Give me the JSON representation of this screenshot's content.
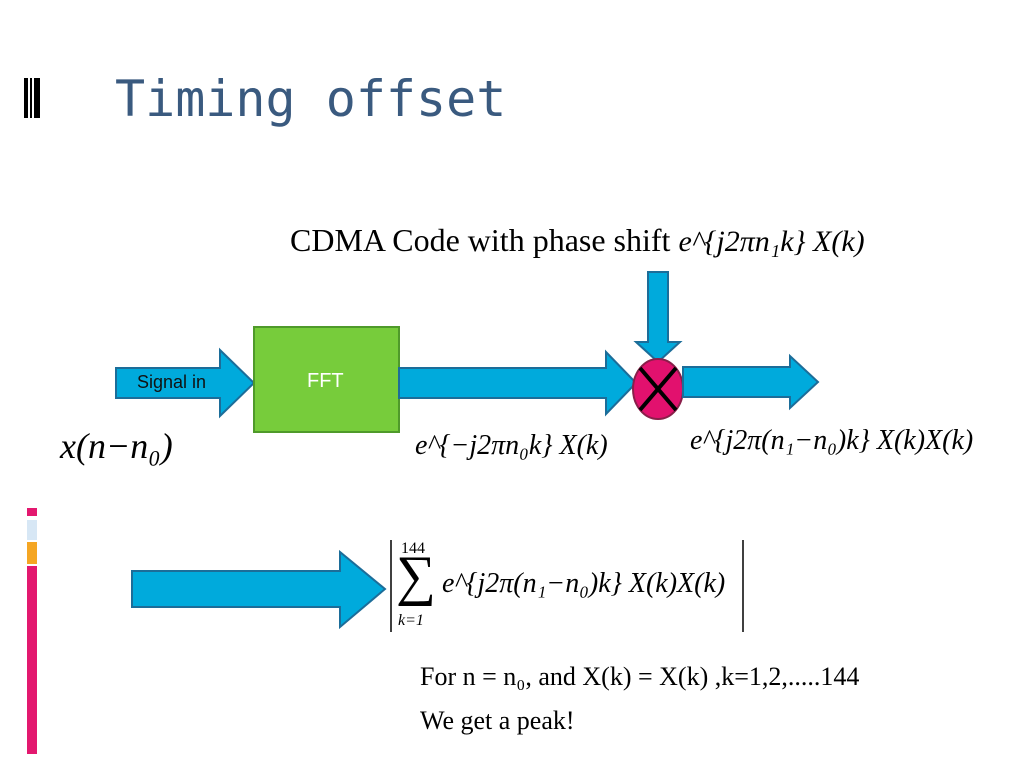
{
  "slide": {
    "title": "Timing offset",
    "cdma_label": "CDMA Code with phase shift",
    "cdma_expr": "e^{j2πn₁k} X(k)",
    "fft_label": "FFT",
    "signal_label": "Signal in",
    "input_expr": "x(n−n₀)",
    "after_fft_expr": "e^{−j2πn₀k} X(k)",
    "after_mult_expr": "e^{j2π(n₁−n₀)k} X(k)X(k)",
    "sum_upper": "144",
    "sum_lower": "k=1",
    "sum_expr": "e^{j2π(n₁−n₀)k} X(k)X(k)",
    "condition_line": "For n = n₀, and X(k) = X(k) ,k=1,2,.....144",
    "peak_line": "We get a peak!"
  },
  "colors": {
    "title": "#3a5a7f",
    "arrow_fill": "#00aadc",
    "arrow_stroke": "#1c6d99",
    "fft_fill": "#77cc3b",
    "fft_stroke": "#4f9a2a",
    "multiplier_fill": "#e2116e",
    "accent_bar": "#e3186f",
    "accent_light": "#d7e7f5",
    "accent_orange": "#f5a623"
  }
}
